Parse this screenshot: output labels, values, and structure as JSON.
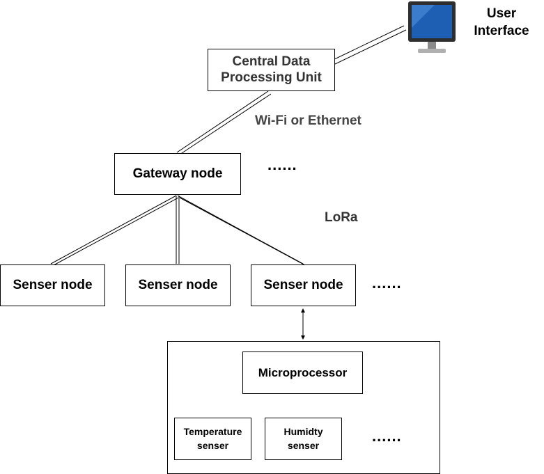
{
  "nodes": {
    "central_line1": "Central Data",
    "central_line2": "Processing Unit",
    "gateway": "Gateway node",
    "sensor_node_1": "Senser node",
    "sensor_node_2": "Senser node",
    "sensor_node_3": "Senser node",
    "microprocessor": "Microprocessor",
    "temp_line1": "Temperature",
    "temp_line2": "senser",
    "humid_line1": "Humidty",
    "humid_line2": "senser"
  },
  "labels": {
    "user_interface_line1": "User",
    "user_interface_line2": "Interface",
    "wifi": "Wi-Fi or Ethernet",
    "lora": "LoRa",
    "ellipsis_gateway": "......",
    "ellipsis_sensor_nodes": "......",
    "ellipsis_sensors": "......"
  },
  "icons": {
    "user_interface": "computer-monitor-icon"
  },
  "colors": {
    "monitor_screen": "#1e5fb4",
    "monitor_body": "#3a3a3a"
  }
}
